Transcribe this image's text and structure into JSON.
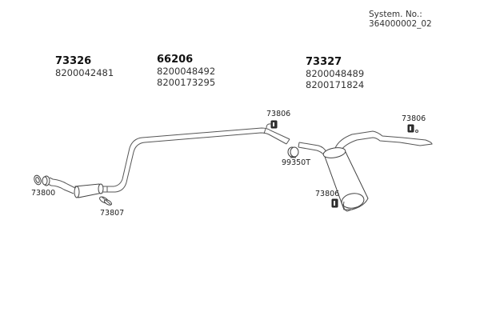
{
  "header": {
    "system_number_label": "System. No.: 364000002_02"
  },
  "groups": [
    {
      "code": "73326",
      "oem_numbers": [
        "8200042481"
      ]
    },
    {
      "code": "66206",
      "oem_numbers": [
        "8200048492",
        "8200173295"
      ]
    },
    {
      "code": "73327",
      "oem_numbers": [
        "8200048489",
        "8200171824"
      ]
    }
  ],
  "part_labels": {
    "gasket_front": "73800",
    "clamp_front": "73807",
    "hanger_mid": "73806",
    "clamp_mid": "99350T",
    "hanger_rear": "73806",
    "hanger_muffler": "73806"
  }
}
